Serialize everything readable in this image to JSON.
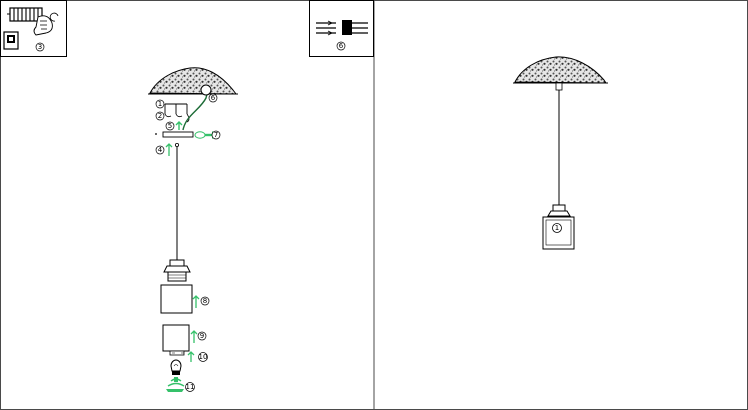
{
  "callouts": {
    "n1": "1",
    "n2": "2",
    "n3": "3",
    "n4": "4",
    "n5": "5",
    "n6": "6",
    "n7": "7",
    "n8": "8",
    "n9": "9",
    "n10": "10",
    "n11": "11",
    "assembled_1": "1"
  },
  "icons": {
    "wire_strip": "wire-strip-icon",
    "terminal_block": "terminal-block-icon",
    "switch_off": "power-off-switch-icon",
    "ceiling_canopy": "rock-canopy-icon",
    "lamp_holder": "lamp-holder-icon",
    "bulb": "bulb-icon",
    "hand": "hand-icon"
  },
  "colors": {
    "accent": "#35c16a",
    "line": "#000000",
    "canopy_fill": "#d6d6d6",
    "divider": "#4a4a4a"
  }
}
